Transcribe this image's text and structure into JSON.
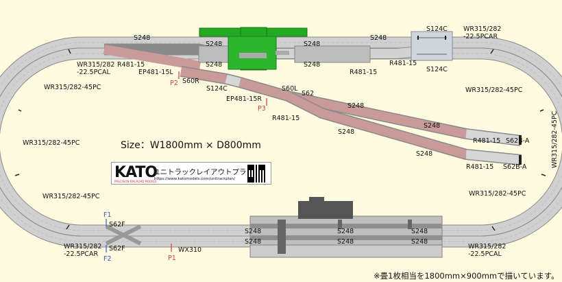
{
  "title": "KATO ユニトラックレイアウトプラン",
  "logo": {
    "brand": "KATO",
    "tagline": "PRECISION RAILROAD MODELS",
    "plan_title": "ユニトラックレイアウトプラン",
    "url": "https://www.katomodels.com/unitrackplan/"
  },
  "size_label": "Size：W1800mm × D800mm",
  "footer_note": "※畳1枚相当を1800mm×900mmで描いています。",
  "colors": {
    "background": "#fffbe0",
    "track": "#c8c8c8",
    "track_edge": "#8a8a8a",
    "siding": "#d0a0a0",
    "structure": "#22aa22",
    "station": "#555555",
    "point_red": "#d23c3c",
    "feeder_blue": "#3c58c8"
  },
  "track_labels": {
    "s248_top_left": "S248",
    "s248_top_mid": "S248",
    "s248_top_right": "S248",
    "s248_inner_1": "S248",
    "s248_inner_2": "S248",
    "s248_inner_3": "S248",
    "s124c_top": "S124C",
    "s124c_top2": "S124C",
    "s124c_mid": "S124C",
    "wr315_225pcar_tr": "WR315/282\n-22.5PCAR",
    "wr315_225pcal_tl": "WR315/282\n-22.5PCAL",
    "r481_15_tl": "R481-15",
    "ep481_15l": "EP481-15L",
    "s60r": "S60R",
    "r481_15_top_a": "R481-15",
    "r481_15_top_b": "R481-15",
    "wr315_45pc_1": "WR315/282-45PC",
    "wr315_45pc_2": "WR315/282-45PC",
    "wr315_45pc_3": "WR315/282-45PC",
    "wr315_45pc_4": "WR315/282-45PC",
    "wr315_45pc_5": "WR315/282-45PC",
    "wr315_45pc_6": "WR315/282-45PC",
    "s60l": "S60L",
    "s62": "S62",
    "ep481_15r": "EP481-15R",
    "s248_siding_1": "S248",
    "s248_siding_2": "S248",
    "s248_siding_3": "S248",
    "s248_siding_4": "S248",
    "r481_15_mid": "R481-15",
    "r481_15_end_a": "R481-15",
    "r481_15_end_b": "R481-15",
    "s62b_a_1": "S62B-A",
    "s62b_a_2": "S62B-A",
    "s62f_1": "S62F",
    "s62f_2": "S62F",
    "wx310": "WX310",
    "s248_bot_1": "S248",
    "s248_bot_2": "S248",
    "s248_bot_3": "S248",
    "s248_bot_4": "S248",
    "s248_bot_5": "S248",
    "s248_bot_6": "S248",
    "wr315_225pcar_bl": "WR315/282\n-22.5PCAR",
    "wr315_225pcal_br": "WR315/282\n-22.5PCAL"
  },
  "points": {
    "p1": "P1",
    "p2": "P2",
    "p3": "P3"
  },
  "feeders": {
    "f1": "F1",
    "f2": "F2"
  }
}
